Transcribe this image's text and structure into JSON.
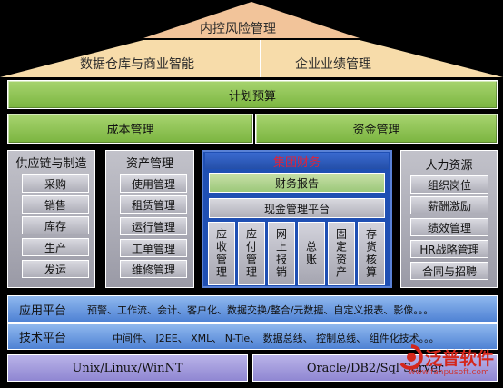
{
  "roof": {
    "top": "内控风险管理",
    "left": "数据仓库与商业智能",
    "right": "企业业绩管理"
  },
  "plan_budget": "计划预算",
  "cost_mgmt": "成本管理",
  "fund_mgmt": "资金管理",
  "supply_chain": {
    "title": "供应链与制造",
    "items": [
      "采购",
      "销售",
      "库存",
      "生产",
      "发运"
    ]
  },
  "asset_mgmt": {
    "title": "资产管理",
    "items": [
      "使用管理",
      "租赁管理",
      "运行管理",
      "工单管理",
      "维修管理"
    ]
  },
  "finance": {
    "title": "集团财务",
    "report": "财务报告",
    "cash_platform": "现金管理平台",
    "modules": [
      "应收管理",
      "应付管理",
      "网上报销",
      "总账",
      "固定资产",
      "存货核算"
    ]
  },
  "hr": {
    "title": "人力资源",
    "items": [
      "组织岗位",
      "薪酬激励",
      "绩效管理",
      "HR战略管理",
      "合同与招聘"
    ]
  },
  "app_platform": {
    "label": "应用平台",
    "content": "预警、工作流、会计、客户化、数据交换/整合/元数据、自定义报表、影像。。。"
  },
  "tech_platform": {
    "label": "技术平台",
    "content": "中间件、 J2EE、 XML、 N-Tie、 数据总线、 控制总线、 组件化技术。。。"
  },
  "os": "Unix/Linux/WinNT",
  "db": "Oracle/DB2/Sql Server",
  "watermark": {
    "brand": "泛普软件",
    "url": "www.fanpusoft.com"
  },
  "colors": {
    "background": "#000000",
    "green": "#8cc54e",
    "finance_title": "#e0223a",
    "blue_band": "#6f9de3",
    "lavender": "#a49ddd",
    "brand_red": "#d4271c"
  }
}
